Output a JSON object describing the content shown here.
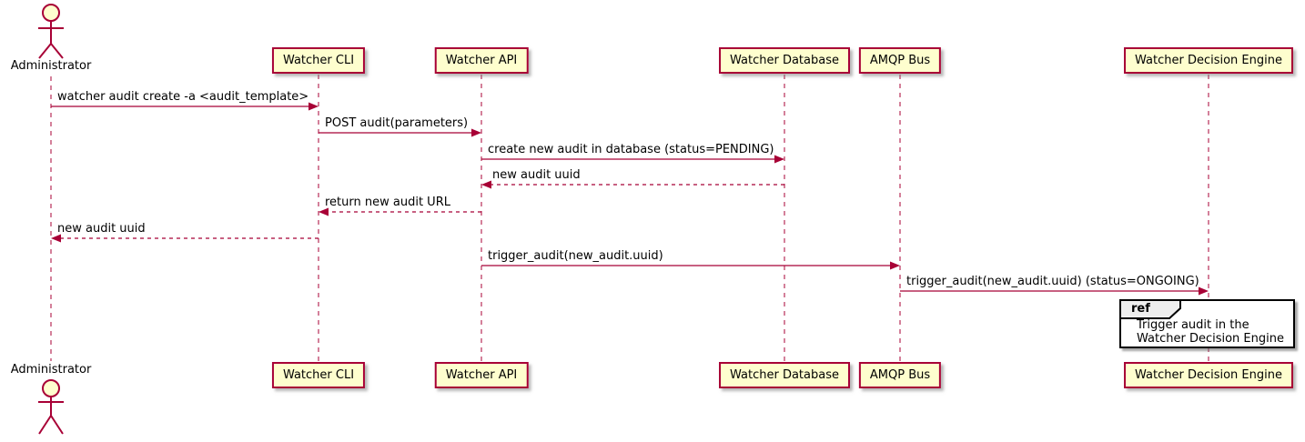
{
  "diagram": {
    "type": "sequence-diagram",
    "colors": {
      "accent": "#A80036",
      "participant_fill": "#FEFECE",
      "ref_header_fill": "#EEEEEE",
      "ref_border": "#000000",
      "background": "#FFFFFF"
    },
    "actor": {
      "name": "Administrator"
    },
    "participants": [
      {
        "label": "Watcher CLI"
      },
      {
        "label": "Watcher API"
      },
      {
        "label": "Watcher Database"
      },
      {
        "label": "AMQP Bus"
      },
      {
        "label": "Watcher Decision Engine"
      }
    ],
    "messages": [
      {
        "from": "Administrator",
        "to": "Watcher CLI",
        "style": "solid",
        "label": "watcher audit create -a <audit_template>"
      },
      {
        "from": "Watcher CLI",
        "to": "Watcher API",
        "style": "solid",
        "label": "POST audit(parameters)"
      },
      {
        "from": "Watcher API",
        "to": "Watcher Database",
        "style": "solid",
        "label": "create new audit in database (status=PENDING)"
      },
      {
        "from": "Watcher Database",
        "to": "Watcher API",
        "style": "dashed",
        "label": "new audit uuid"
      },
      {
        "from": "Watcher API",
        "to": "Watcher CLI",
        "style": "dashed",
        "label": "return new audit URL"
      },
      {
        "from": "Watcher CLI",
        "to": "Administrator",
        "style": "dashed",
        "label": "new audit uuid"
      },
      {
        "from": "Watcher API",
        "to": "AMQP Bus",
        "style": "solid",
        "label": "trigger_audit(new_audit.uuid)"
      },
      {
        "from": "AMQP Bus",
        "to": "Watcher Decision Engine",
        "style": "solid",
        "label": "trigger_audit(new_audit.uuid) (status=ONGOING)"
      }
    ],
    "ref": {
      "keyword": "ref",
      "line1": "Trigger audit in the",
      "line2": "Watcher Decision Engine"
    }
  }
}
